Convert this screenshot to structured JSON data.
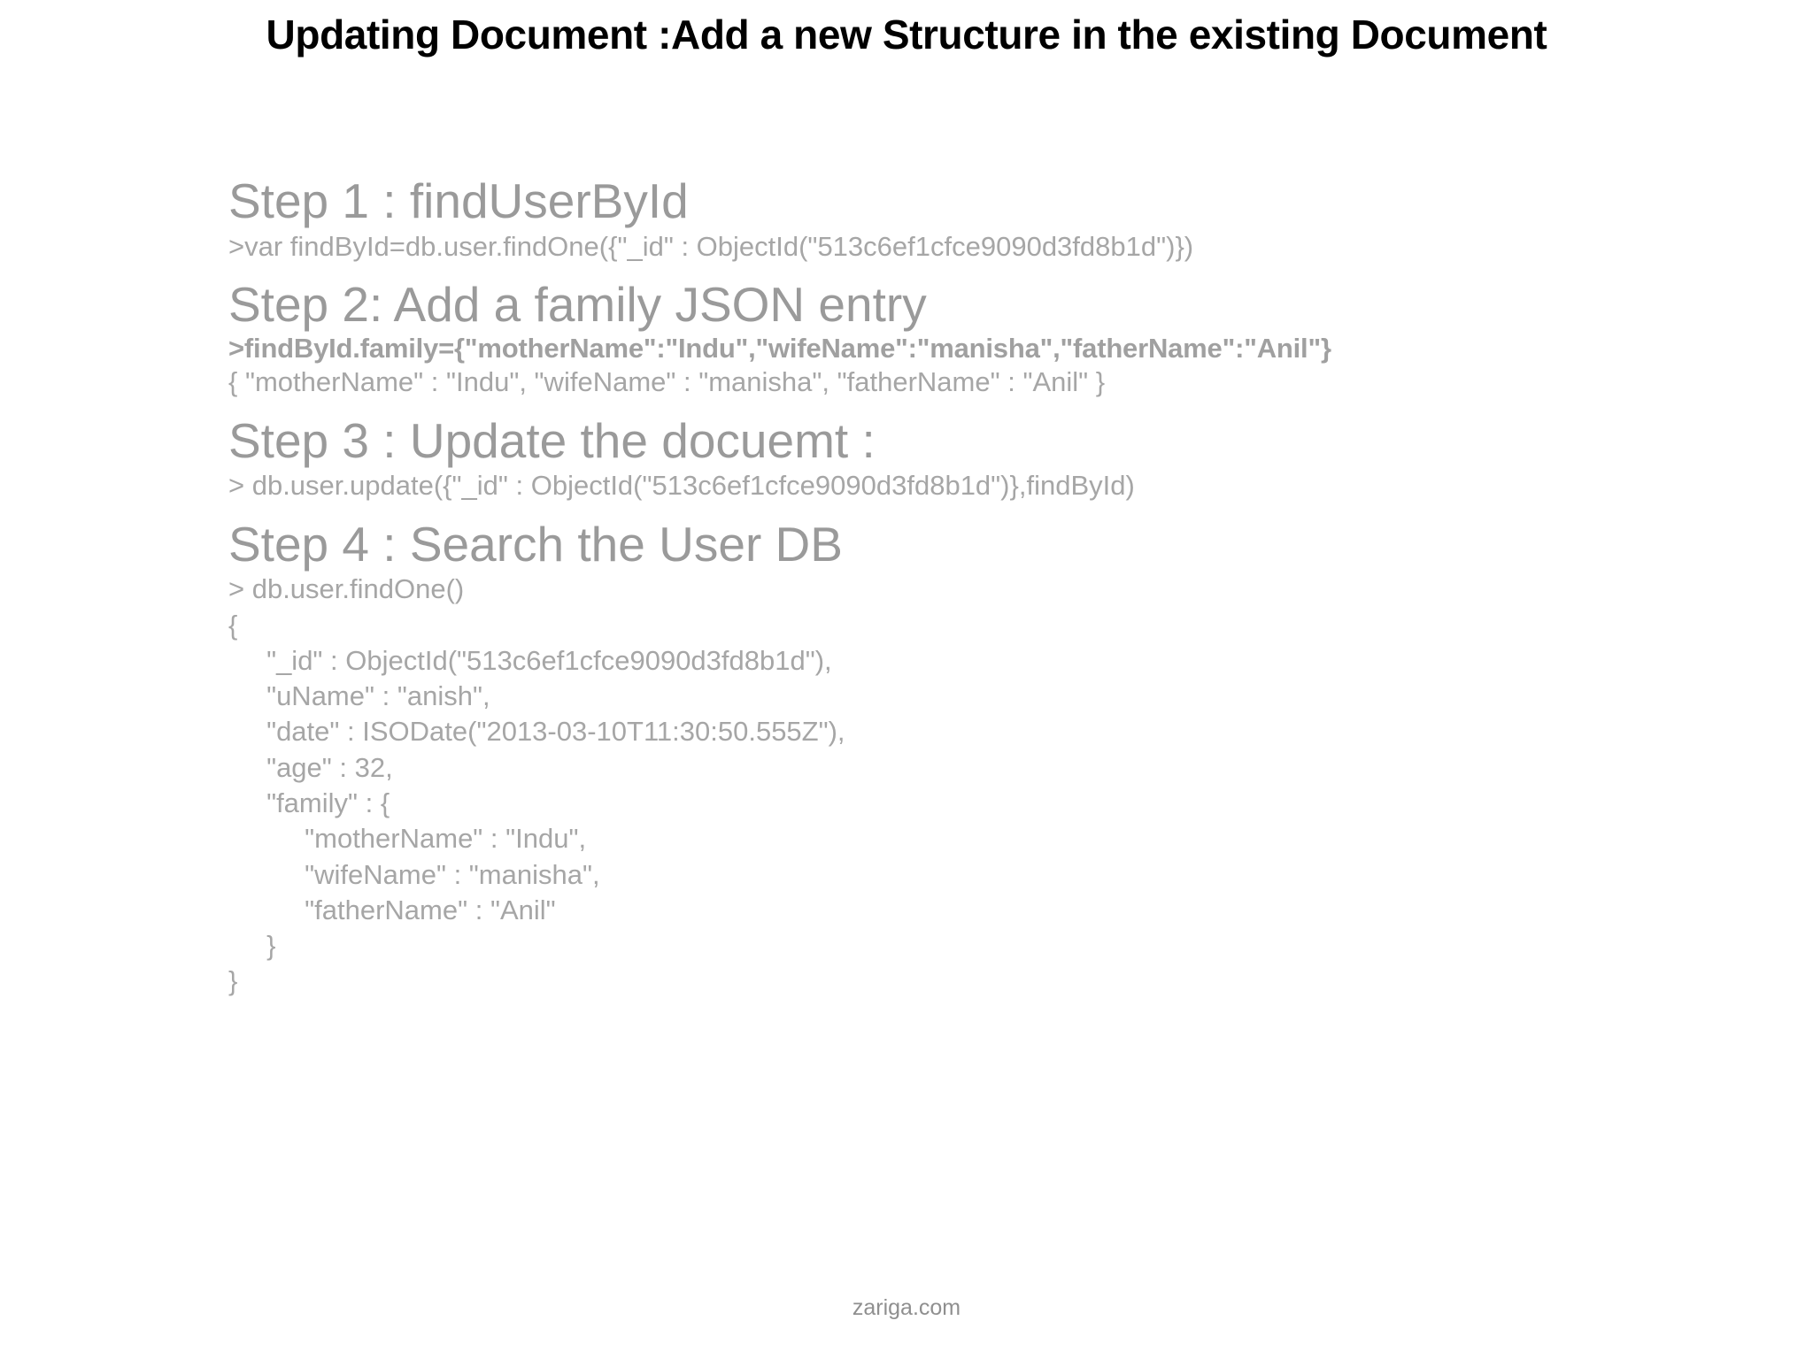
{
  "slide": {
    "title": "Updating Document :Add a new Structure in the existing Document",
    "footer": "zariga.com",
    "colors": {
      "title": "#000000",
      "heading": "#9a9a9a",
      "body": "#a6a6a6",
      "background": "#ffffff"
    }
  },
  "steps": [
    {
      "heading": "Step 1 : findUserById",
      "lines": [
        ">var findById=db.user.findOne({\"_id\" : ObjectId(\"513c6ef1cfce9090d3fd8b1d\")})"
      ]
    },
    {
      "heading": "Step 2: Add a family JSON entry",
      "bold_line": ">findById.family={\"motherName\":\"Indu\",\"wifeName\":\"manisha\",\"fatherName\":\"Anil\"}",
      "lines": [
        "{ \"motherName\" : \"Indu\", \"wifeName\" : \"manisha\", \"fatherName\" : \"Anil\" }"
      ]
    },
    {
      "heading": "Step 3 : Update the docuemt :",
      "lines": [
        "> db.user.update({\"_id\" : ObjectId(\"513c6ef1cfce9090d3fd8b1d\")},findById)"
      ]
    },
    {
      "heading": "Step 4 : Search the User DB",
      "lines": [
        "> db.user.findOne()"
      ]
    }
  ],
  "output": {
    "lines": [
      "{",
      "     \"_id\" : ObjectId(\"513c6ef1cfce9090d3fd8b1d\"),",
      "     \"uName\" : \"anish\",",
      "     \"date\" : ISODate(\"2013-03-10T11:30:50.555Z\"),",
      "     \"age\" : 32,",
      "     \"family\" : {",
      "          \"motherName\" : \"Indu\",",
      "          \"wifeName\" : \"manisha\",",
      "          \"fatherName\" : \"Anil\"",
      "     }",
      "}"
    ]
  }
}
